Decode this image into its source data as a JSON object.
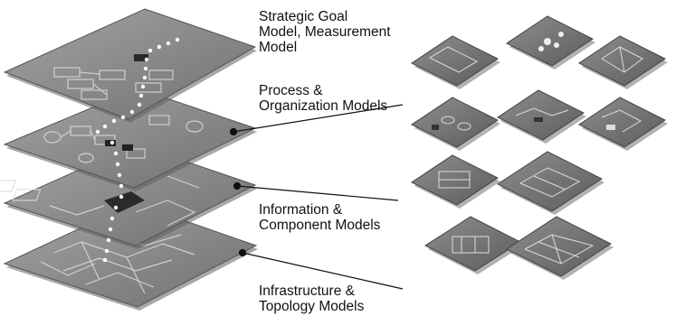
{
  "diagram": {
    "layers": [
      {
        "id": "strategic",
        "label_lines": [
          "Strategic Goal",
          "Model, Measurement",
          "Model"
        ]
      },
      {
        "id": "process",
        "label_lines": [
          "Process &",
          "Organization Models"
        ]
      },
      {
        "id": "information",
        "label_lines": [
          "Information &",
          "Component Models"
        ]
      },
      {
        "id": "infrastructure",
        "label_lines": [
          "Infrastructure &",
          "Topology  Models"
        ]
      }
    ],
    "colors": {
      "plane": "#8c8c8c",
      "plane_edge": "#5a5a5a",
      "shadow": "#6e6e6e",
      "line_art": "#d8d8d8",
      "dots": "#ffffff",
      "leader": "#111111",
      "thumbnail": "#7a7a7a"
    }
  }
}
